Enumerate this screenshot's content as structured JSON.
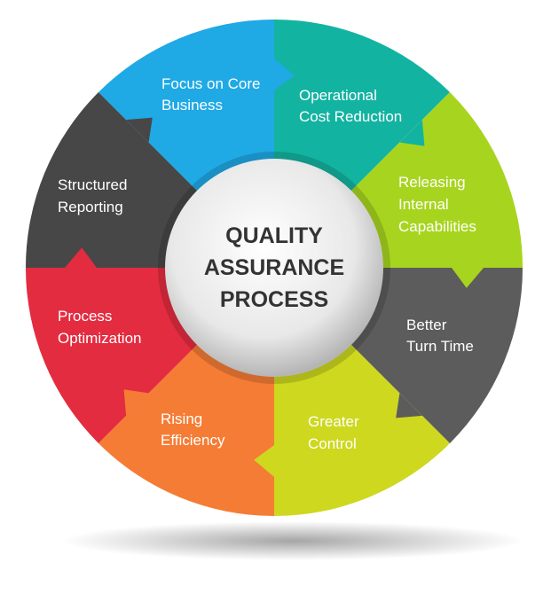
{
  "center": {
    "lines": [
      "QUALITY",
      "ASSURANCE",
      "PROCESS"
    ]
  },
  "segments": [
    {
      "lines": [
        "Focus on Core",
        "Business"
      ],
      "color": "#1fa9e5"
    },
    {
      "lines": [
        "Operational",
        "Cost Reduction"
      ],
      "color": "#13b3a1"
    },
    {
      "lines": [
        "Releasing",
        "Internal",
        "Capabilities"
      ],
      "color": "#a7d51f"
    },
    {
      "lines": [
        "Better",
        "Turn Time"
      ],
      "color": "#5c5c5c"
    },
    {
      "lines": [
        "Greater",
        "Control"
      ],
      "color": "#cdd81f"
    },
    {
      "lines": [
        "Rising",
        "Efficiency"
      ],
      "color": "#f57c35"
    },
    {
      "lines": [
        "Process",
        "Optimization"
      ],
      "color": "#e32c40"
    },
    {
      "lines": [
        "Structured",
        "Reporting"
      ],
      "color": "#474747"
    }
  ]
}
